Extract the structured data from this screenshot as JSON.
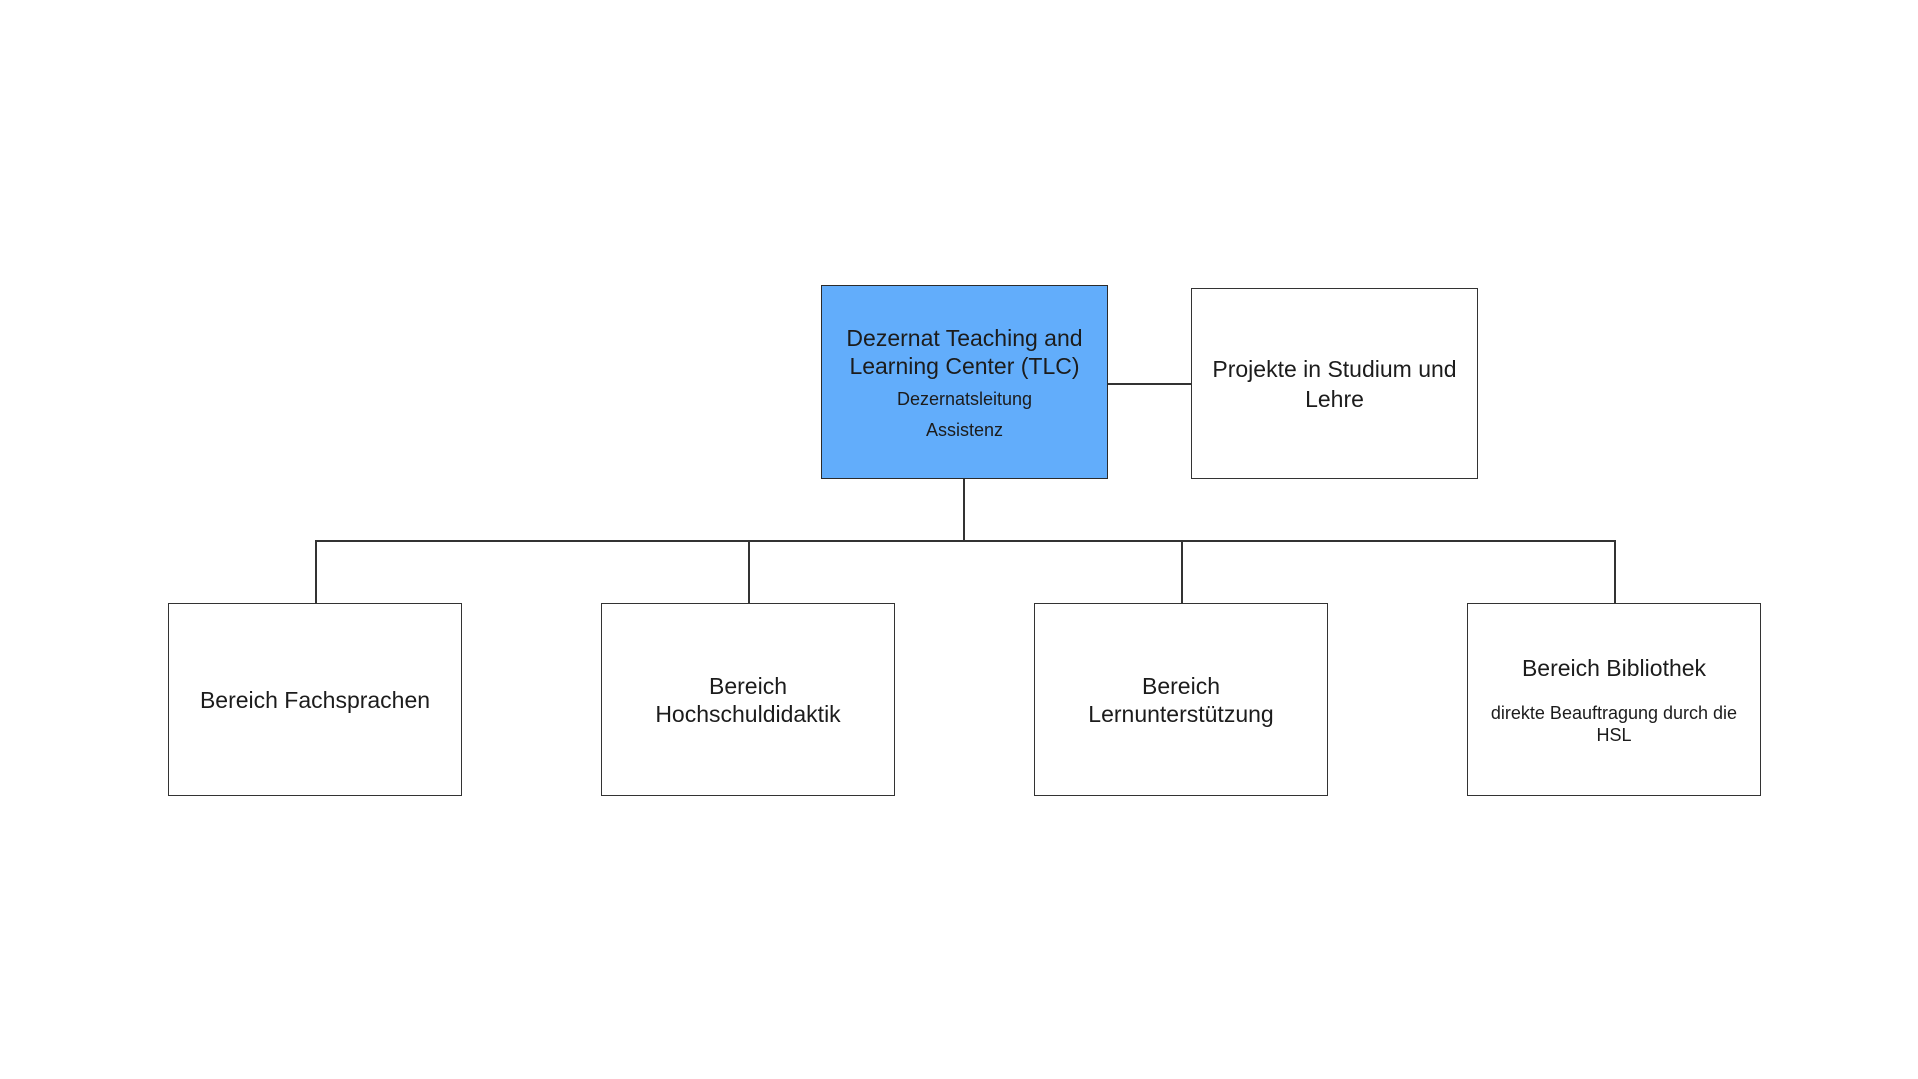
{
  "diagram": {
    "root": {
      "title": "Dezernat Teaching and Learning Center (TLC)",
      "lines": [
        "Dezernatsleitung",
        "Assistenz"
      ],
      "color": "#62adfb"
    },
    "side": {
      "title": "Projekte in Studium und Lehre"
    },
    "units": [
      {
        "title": "Bereich Fachsprachen"
      },
      {
        "title": "Bereich Hochschuldidaktik"
      },
      {
        "title": "Bereich Lernunterstützung"
      },
      {
        "title": "Bereich Bibliothek",
        "note": "direkte Beauftragung durch die HSL"
      }
    ],
    "line_color": "#333333"
  }
}
